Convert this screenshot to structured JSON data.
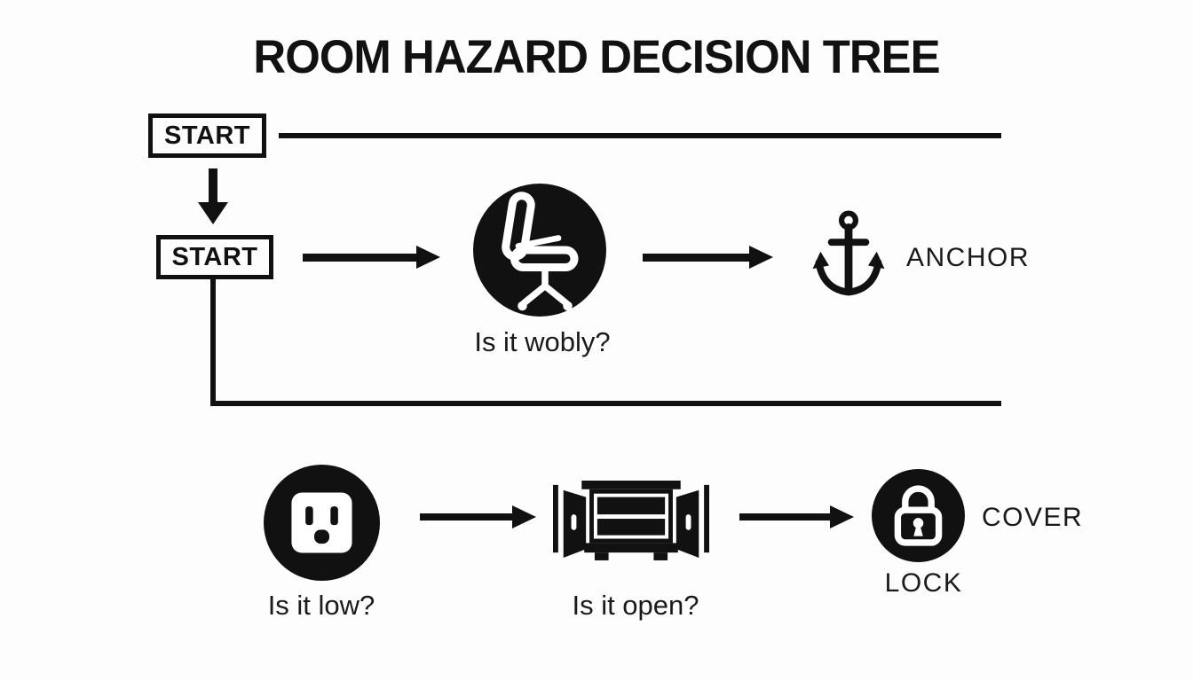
{
  "title": "ROOM HAZARD DECISION TREE",
  "colors": {
    "ink": "#111111",
    "background": "#fdfdfd",
    "icon_foreground": "#ffffff"
  },
  "flowchart": {
    "start_top": {
      "label": "START"
    },
    "start_second": {
      "label": "START"
    },
    "furniture_node": {
      "icon": "office-chair-icon",
      "question": "Is it wobly?",
      "action": "ANCHOR",
      "action_icon": "anchor-icon"
    },
    "outlet_node": {
      "icon": "power-outlet-icon",
      "question": "Is it low?"
    },
    "cabinet_node": {
      "icon": "open-cabinet-icon",
      "question": "Is it open?"
    },
    "lock_node": {
      "icon": "padlock-icon",
      "action_right": "COVER",
      "action_below": "LOCK"
    }
  }
}
